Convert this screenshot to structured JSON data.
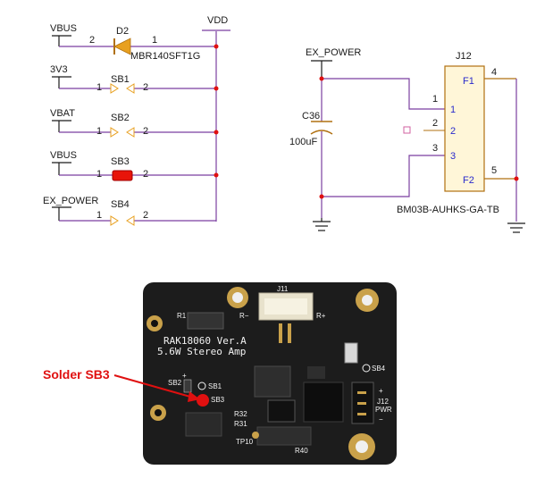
{
  "schematic_left": {
    "vdd_label": "VDD",
    "rows": [
      {
        "net": "VBUS",
        "ref": "D2",
        "pin_left": "2",
        "pin_right": "1",
        "part": "MBR140SFT1G"
      },
      {
        "net": "3V3",
        "ref": "SB1",
        "pin_left": "1",
        "pin_right": "2"
      },
      {
        "net": "VBAT",
        "ref": "SB2",
        "pin_left": "1",
        "pin_right": "2"
      },
      {
        "net": "VBUS",
        "ref": "SB3",
        "pin_left": "1",
        "pin_right": "2"
      },
      {
        "net": "EX_POWER",
        "ref": "SB4",
        "pin_left": "1",
        "pin_right": "2"
      }
    ]
  },
  "schematic_right": {
    "net": "EX_POWER",
    "cap_ref": "C36",
    "cap_value": "100uF",
    "conn_ref": "J12",
    "conn_part": "BM03B-AUHKS-GA-TB",
    "pins_outer": [
      "1",
      "2",
      "3",
      "4",
      "5"
    ],
    "pins_inner": [
      "1",
      "2",
      "3",
      "F1",
      "F2"
    ]
  },
  "board": {
    "title_line1": "RAK18060 Ver.A",
    "title_line2": "5.6W Stereo Amp",
    "labels": {
      "j11": "J11",
      "r_minus": "R−",
      "r_plus": "R+",
      "r1": "R1",
      "sb1": "SB1",
      "sb2": "SB2",
      "sb3": "SB3",
      "sb4": "SB4",
      "r32": "R32",
      "r31": "R31",
      "tp10": "TP10",
      "r40": "R40",
      "j12": "J12",
      "pwr": "PWR",
      "plus": "+",
      "minus": "−"
    },
    "callout": "Solder SB3"
  },
  "colors": {
    "wire": "#7b3fa0",
    "junction": "#e01010",
    "pin": "#e8a020",
    "board": "#1c1c1c",
    "callout": "#e01010"
  }
}
